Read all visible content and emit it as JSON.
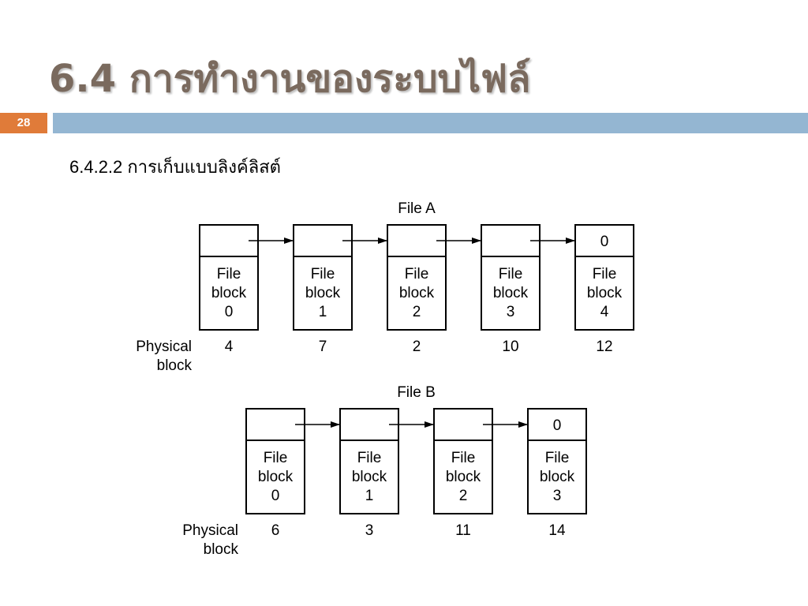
{
  "title": "6.4 การทำงานของระบบไฟล์",
  "slide_number": "28",
  "subtitle": "6.4.2.2 การเก็บแบบลิงค์ลิสต์",
  "colors": {
    "title": "#7a6a5e",
    "slide_number_bg": "#e07b39",
    "header_bar": "#94b6d2"
  },
  "diagram": {
    "physical_label_line1": "Physical",
    "physical_label_line2": "block",
    "block_line1": "File",
    "block_line2": "block",
    "end_marker": "0",
    "files": [
      {
        "name": "File A",
        "blocks": [
          {
            "index": "0",
            "physical": "4"
          },
          {
            "index": "1",
            "physical": "7"
          },
          {
            "index": "2",
            "physical": "2"
          },
          {
            "index": "3",
            "physical": "10"
          },
          {
            "index": "4",
            "physical": "12"
          }
        ]
      },
      {
        "name": "File B",
        "blocks": [
          {
            "index": "0",
            "physical": "6"
          },
          {
            "index": "1",
            "physical": "3"
          },
          {
            "index": "2",
            "physical": "11"
          },
          {
            "index": "3",
            "physical": "14"
          }
        ]
      }
    ]
  }
}
